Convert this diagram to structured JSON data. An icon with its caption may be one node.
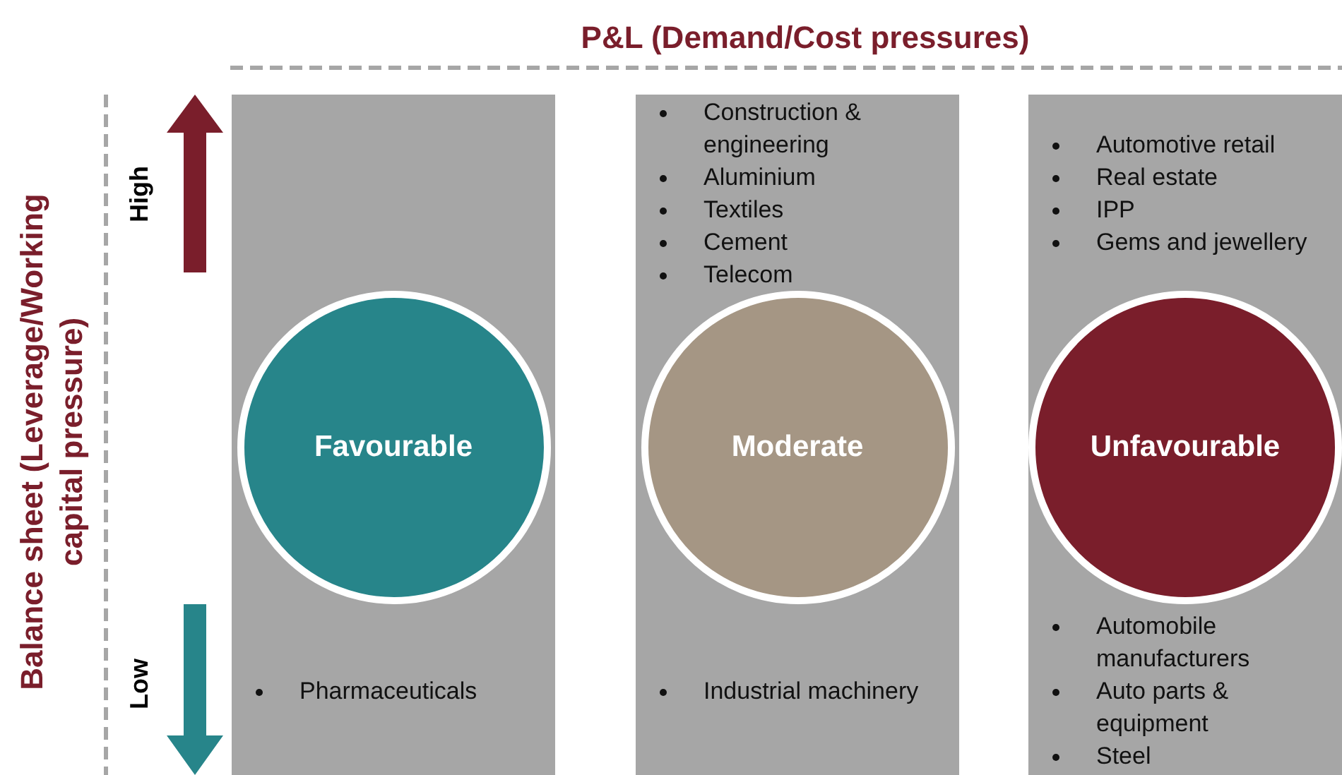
{
  "diagram": {
    "nodes": [
      {
        "text": [
          "Pharmaceuticals"
        ]
      },
      {
        "text": [
          "Favourable"
        ],
        "in": 0
      },
      {
        "text": [
          "Construction & engineering",
          "Aluminium",
          "Textiles",
          "Cement",
          "Telecom",
          "Industrial machinery"
        ]
      },
      {
        "text": [
          "Moderate"
        ],
        "in": 2
      },
      {
        "text": [
          "Automotive retail",
          "Real estate",
          "IPP",
          "Gems and jewellery",
          "Automobile manufacturers",
          "Auto parts & equipment",
          "Steel"
        ]
      },
      {
        "text": [
          "Unfavourable"
        ],
        "in": 4
      }
    ],
    "edges": [],
    "labels": [
      "P&L (Demand/Cost pressures)",
      "Balance sheet (Leverage/Working capital pressure)",
      "High",
      "Low"
    ]
  }
}
